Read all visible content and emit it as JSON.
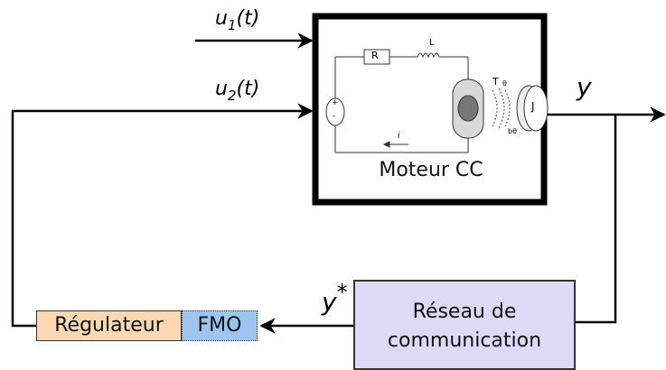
{
  "inputs": {
    "u1": {
      "base": "u",
      "sub": "1",
      "arg": "(t)"
    },
    "u2": {
      "base": "u",
      "sub": "2",
      "arg": "(t)"
    }
  },
  "output_label": "y",
  "motor": {
    "caption": "Moteur CC",
    "resistor_label": "R",
    "inductor_label": "L",
    "current_label": "i",
    "torque_label": "T",
    "theta_label": "θ",
    "friction_label": "bθ",
    "inertia_label": "J",
    "source_plus": "+",
    "source_minus": "-"
  },
  "feedback_label": {
    "base": "y",
    "sup": "*"
  },
  "network_block": {
    "line1": "Réseau de",
    "line2": "communication"
  },
  "regulator_block": "Régulateur",
  "fmo_block": "FMO"
}
